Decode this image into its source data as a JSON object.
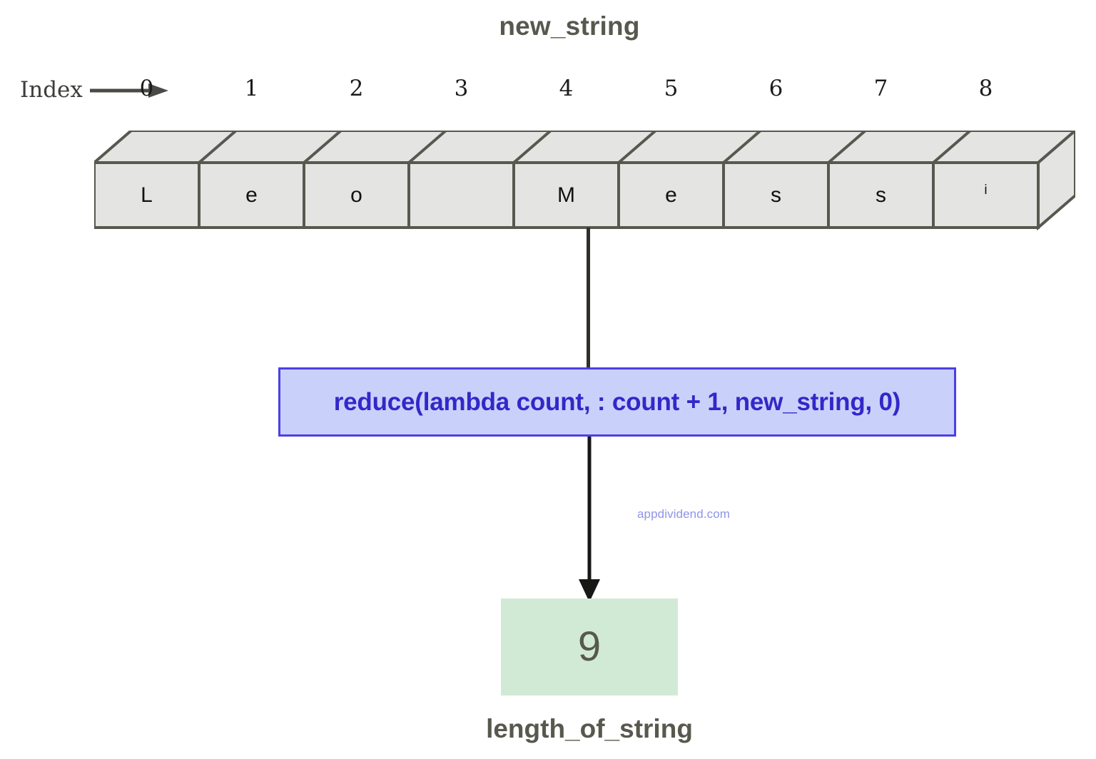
{
  "diagram": {
    "title": "new_string",
    "index_label": "Index",
    "indices": [
      "0",
      "1",
      "2",
      "3",
      "4",
      "5",
      "6",
      "7",
      "8"
    ],
    "cells": [
      {
        "char": "L",
        "raised": false
      },
      {
        "char": "e",
        "raised": false
      },
      {
        "char": "o",
        "raised": false
      },
      {
        "char": "",
        "raised": false
      },
      {
        "char": "M",
        "raised": false
      },
      {
        "char": "e",
        "raised": false
      },
      {
        "char": "s",
        "raised": false
      },
      {
        "char": "s",
        "raised": false
      },
      {
        "char": "i",
        "raised": true
      }
    ],
    "operation": "reduce(lambda count, : count + 1, new_string, 0)",
    "result_value": "9",
    "result_label": "length_of_string",
    "watermark": "appdividend.com",
    "colors": {
      "cell_fill": "#e4e4e3",
      "cell_stroke": "#58584f",
      "operation_fill": "#c9d1fb",
      "operation_border": "#4b3fe8",
      "operation_text": "#3427c8",
      "result_fill": "#d1ead6",
      "text_dark": "#58584f",
      "connector": "#2f2f2e",
      "watermark": "#8f94e8"
    }
  }
}
